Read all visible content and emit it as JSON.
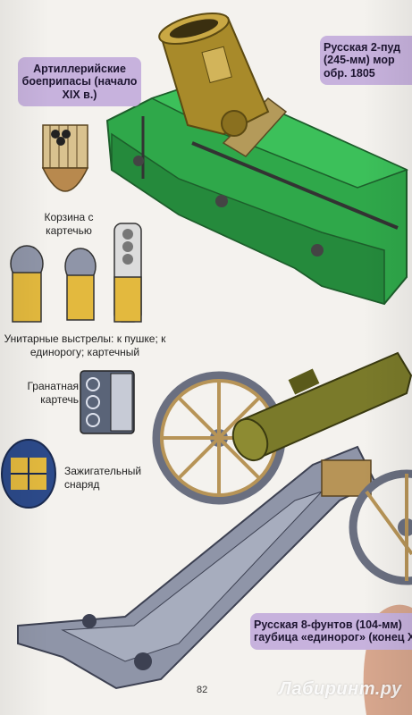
{
  "ammo_title": "Артиллерийские боеприпасы (начало XIX в.)",
  "mortar_title": "Русская 2-пуд (245-мм) мор обр. 1805",
  "howitzer_title": "Русская 8-фунтов (104-мм) гаубица «единорог» (конец X",
  "captions": {
    "basket": "Корзина с картечью",
    "unitary": "Унитарные выстрелы: к пушке; к единорогу; картечный",
    "grenade": "Гранатная картечь",
    "incendiary": "Зажигательный снаряд"
  },
  "page_number": "82",
  "watermark": "Лабиринт.ру",
  "colors": {
    "label_bg": "#c7b2dd",
    "carriage_green": "#2fa84a",
    "bronze": "#a88a2a",
    "steel": "#8f95a8",
    "wheel_wood": "#b79457"
  }
}
